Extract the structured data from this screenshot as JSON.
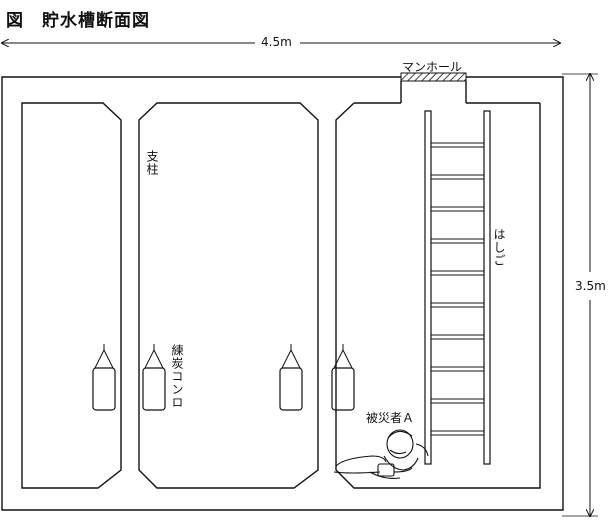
{
  "title": "図　貯水槽断面図",
  "dimensions": {
    "width": "4.5m",
    "height": "3.5m"
  },
  "labels": {
    "manhole": "マンホール",
    "pillar": "支柱",
    "stove": "練炭コンロ",
    "ladder": "はしご",
    "victim": "被災者Ａ"
  }
}
